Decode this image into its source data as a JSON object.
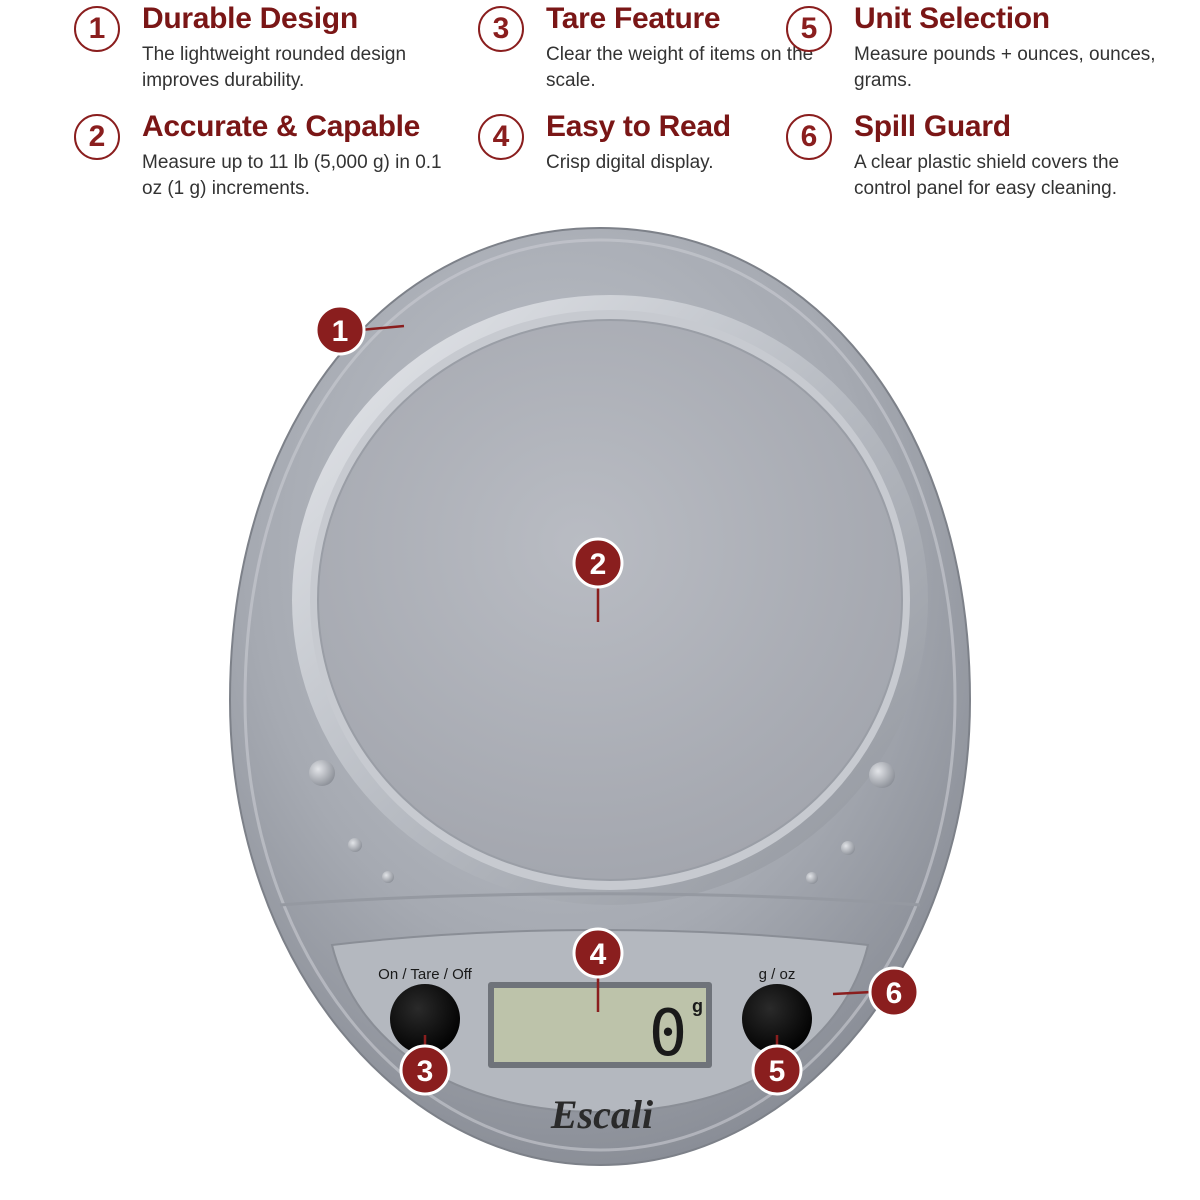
{
  "features": [
    {
      "number": "1",
      "title": "Durable Design",
      "description": "The lightweight rounded design improves durability."
    },
    {
      "number": "2",
      "title": "Accurate & Capable",
      "description": "Measure up to 11 lb (5,000 g) in 0.1 oz (1 g) increments."
    },
    {
      "number": "3",
      "title": "Tare Feature",
      "description": "Clear the weight of items on the scale."
    },
    {
      "number": "4",
      "title": "Easy to Read",
      "description": "Crisp digital display."
    },
    {
      "number": "5",
      "title": "Unit Selection",
      "description": "Measure pounds + ounces, ounces, grams."
    },
    {
      "number": "6",
      "title": "Spill Guard",
      "description": "A clear plastic shield covers the control panel for easy cleaning."
    }
  ],
  "scale": {
    "button_left_label": "On / Tare / Off",
    "button_right_label": "g / oz",
    "display_value": "0",
    "display_unit": "g",
    "brand": "Escali"
  },
  "callouts": [
    "1",
    "2",
    "3",
    "4",
    "5",
    "6"
  ],
  "colors": {
    "accent": "#8a1e1e",
    "scale_body": "#a9adb5",
    "display": "#b9c0a6"
  }
}
